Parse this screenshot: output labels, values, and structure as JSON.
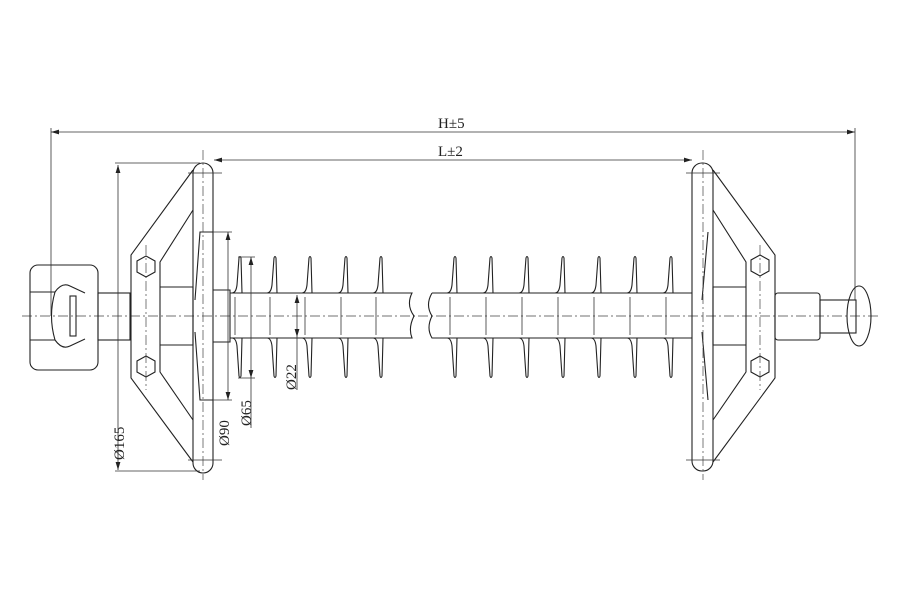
{
  "dimensions": {
    "overall_length": "H±5",
    "insulation_length": "L±2",
    "grading_ring_diameter": "Ø165",
    "end_fitting_diameter": "Ø90",
    "shed_diameter": "Ø65",
    "core_diameter": "Ø22"
  },
  "colors": {
    "line": "#222222",
    "background": "#ffffff"
  }
}
